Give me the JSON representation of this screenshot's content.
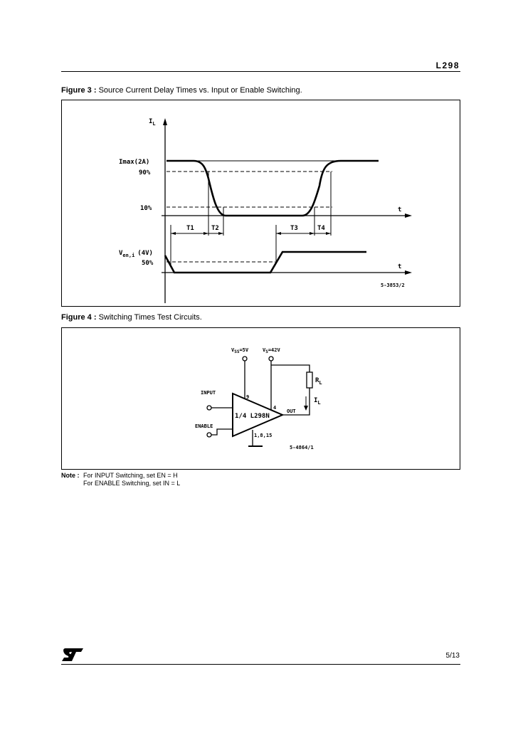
{
  "header": {
    "title": "L298"
  },
  "figure3": {
    "label": "Figure 3 :",
    "caption": "Source Current Delay Times vs. Input or Enable Switching.",
    "labels": {
      "il_main": "I",
      "il_sub": "L",
      "imax": "Imax(2A)",
      "p90": "90%",
      "p10": "10%",
      "t_axis_1": "t",
      "t1": "T1",
      "t2": "T2",
      "t3": "T3",
      "t4": "T4",
      "ven_main": "V",
      "ven_sub": "en,i",
      "ven_val": "(4V)",
      "p50": "50%",
      "t_axis_2": "t",
      "ref": "5-3853/2"
    }
  },
  "figure4": {
    "label": "Figure 4 :",
    "caption": "Switching Times Test Circuits.",
    "labels": {
      "vss_main": "V",
      "vss_sub": "SS",
      "vss_val": "=5V",
      "vs_main": "V",
      "vs_sub": "S",
      "vs_val": "=42V",
      "rl_main": "R",
      "rl_sub": "L",
      "il_main": "I",
      "il_sub": "L",
      "input": "INPUT",
      "enable": "ENABLE",
      "pin9": "9",
      "pin4": "4",
      "chip": "1/4 L298N",
      "out": "OUT",
      "gnd_pins": "1,8,15",
      "ref": "5-4864/1"
    }
  },
  "note": {
    "label": "Note :",
    "line1": "For INPUT Switching, set EN = H",
    "line2": "For ENABLE Switching, set IN = L"
  },
  "footer": {
    "logo": "ST",
    "page": "5/13"
  }
}
